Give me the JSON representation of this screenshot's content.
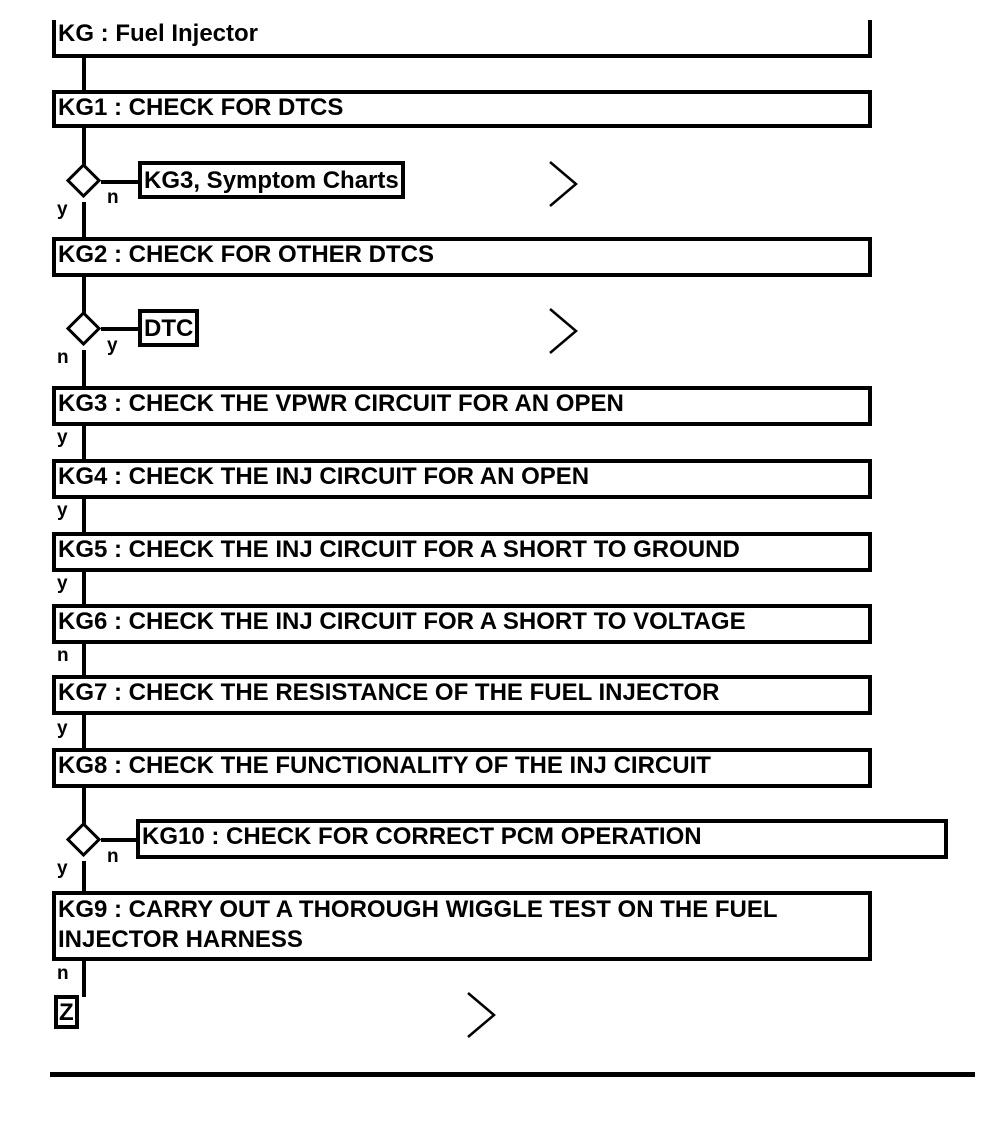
{
  "steps": {
    "kg": "KG : Fuel Injector",
    "kg1": "KG1 : CHECK FOR DTCS",
    "kg2": "KG2 : CHECK FOR OTHER DTCS",
    "kg3": "KG3 : CHECK THE VPWR CIRCUIT FOR AN OPEN",
    "kg4": "KG4 : CHECK THE INJ CIRCUIT FOR AN OPEN",
    "kg5": "KG5 : CHECK THE INJ CIRCUIT FOR A SHORT TO GROUND",
    "kg6": "KG6 : CHECK THE INJ CIRCUIT FOR A SHORT TO VOLTAGE",
    "kg7": "KG7 : CHECK THE RESISTANCE OF THE FUEL INJECTOR",
    "kg8": "KG8 : CHECK THE FUNCTIONALITY OF THE INJ CIRCUIT",
    "kg9": "KG9 : CARRY OUT A THOROUGH WIGGLE TEST ON THE FUEL INJECTOR HARNESS",
    "kg10": "KG10 : CHECK FOR CORRECT PCM OPERATION"
  },
  "targets": {
    "symptom_charts": "KG3, Symptom Charts",
    "dtc": "DTC",
    "z": "Z"
  },
  "branches": {
    "d1_down": "y",
    "d1_side": "n",
    "d2_down": "n",
    "d2_side": "y",
    "after_kg3": "y",
    "after_kg4": "y",
    "after_kg5": "y",
    "after_kg6": "n",
    "after_kg7": "y",
    "d3_down": "y",
    "d3_side": "n",
    "after_kg9": "n"
  },
  "icons": {
    "next_page_marker": "chevron-right-icon"
  }
}
